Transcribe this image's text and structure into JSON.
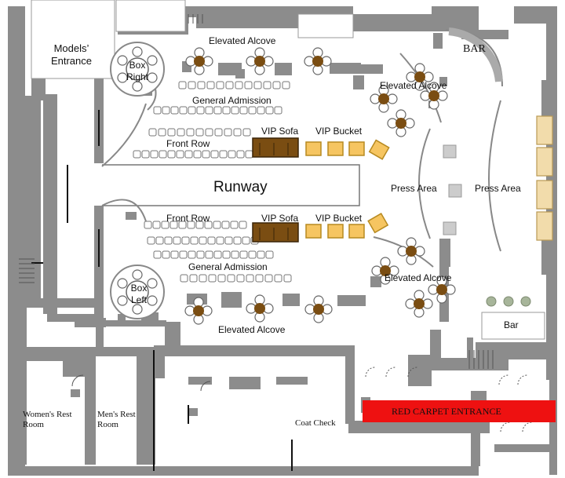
{
  "labels": {
    "models_entrance": "Models’ Entrance",
    "box_right": "Box Right",
    "box_left": "Box Left",
    "elevated_alcove_top": "Elevated Alcove",
    "elevated_alcove_bottom": "Elevated Alcove",
    "elevated_alcove_right_top": "Elevated Alcove",
    "elevated_alcove_right_bottom": "Elevated Alcove",
    "general_admission_top": "General Admission",
    "general_admission_bottom": "General Admission",
    "front_row_top": "Front Row",
    "front_row_bottom": "Front Row",
    "vip_sofa_top": "VIP Sofa",
    "vip_sofa_bottom": "VIP Sofa",
    "vip_bucket_top": "VIP Bucket",
    "vip_bucket_bottom": "VIP Bucket",
    "runway": "Runway",
    "press_area_left": "Press Area",
    "press_area_right": "Press Area",
    "bar_top": "BAR",
    "bar_right": "Bar",
    "womens_rest_room": "Women's Rest Room",
    "mens_rest_room": "Men's Rest Room",
    "coat_check": "Coat Check",
    "red_carpet_entrance": "RED CARPET ENTRANCE"
  },
  "colors": {
    "wall": "#8c8c8c",
    "vip_sofa": "#7a4d12",
    "vip_bucket": "#f6c561",
    "table": "#7a4d12",
    "red_carpet": "#ee1111",
    "plant": "#a7b59a"
  }
}
